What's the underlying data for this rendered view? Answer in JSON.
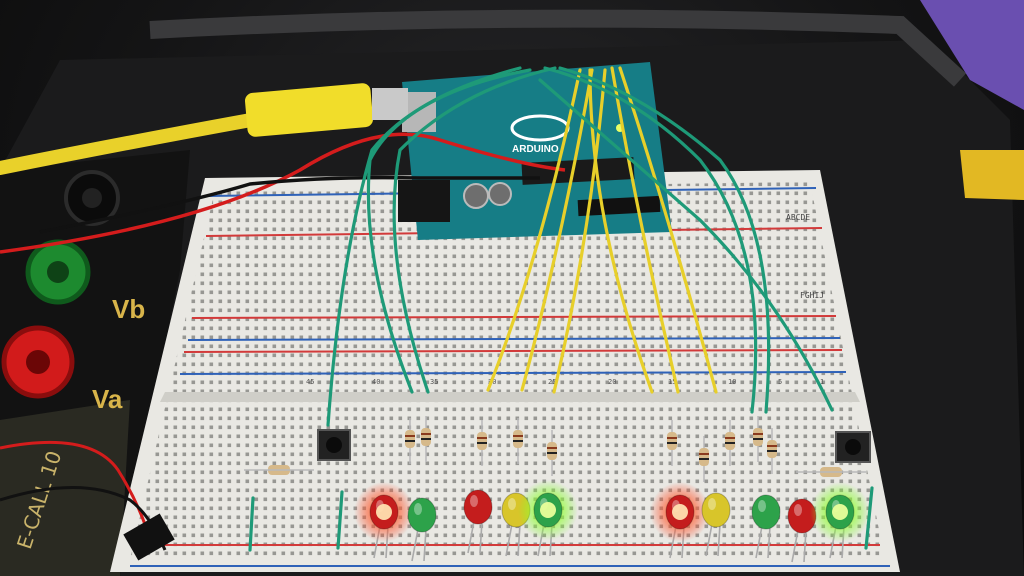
{
  "scene": {
    "board_label": "ARDUINO",
    "terminal_labels": [
      "Vb",
      "Va"
    ],
    "panel_text": "E-CALL 10",
    "row_letters_top": "ABCDE",
    "row_letters_bottom": "FGHIJ",
    "column_numbers": [
      "45",
      "40",
      "35",
      "30",
      "25",
      "20",
      "15",
      "10",
      "5",
      "1"
    ]
  },
  "colors": {
    "breadboard": "#e9e8e3",
    "rail_red": "#d23a3a",
    "rail_blue": "#2f62b8",
    "wire_green": "#1e9a78",
    "wire_yellow": "#e7cf2a",
    "wire_red": "#d41c1c",
    "arduino_pcb": "#167d86",
    "usb_cable": "#f1dd2a"
  },
  "leds": [
    {
      "color": "red",
      "lit": true
    },
    {
      "color": "green",
      "lit": false
    },
    {
      "color": "red",
      "lit": false
    },
    {
      "color": "yellow",
      "lit": false
    },
    {
      "color": "green",
      "lit": true
    },
    {
      "color": "red",
      "lit": true
    },
    {
      "color": "yellow",
      "lit": false
    },
    {
      "color": "green",
      "lit": false
    },
    {
      "color": "red",
      "lit": false
    },
    {
      "color": "green",
      "lit": true
    }
  ]
}
